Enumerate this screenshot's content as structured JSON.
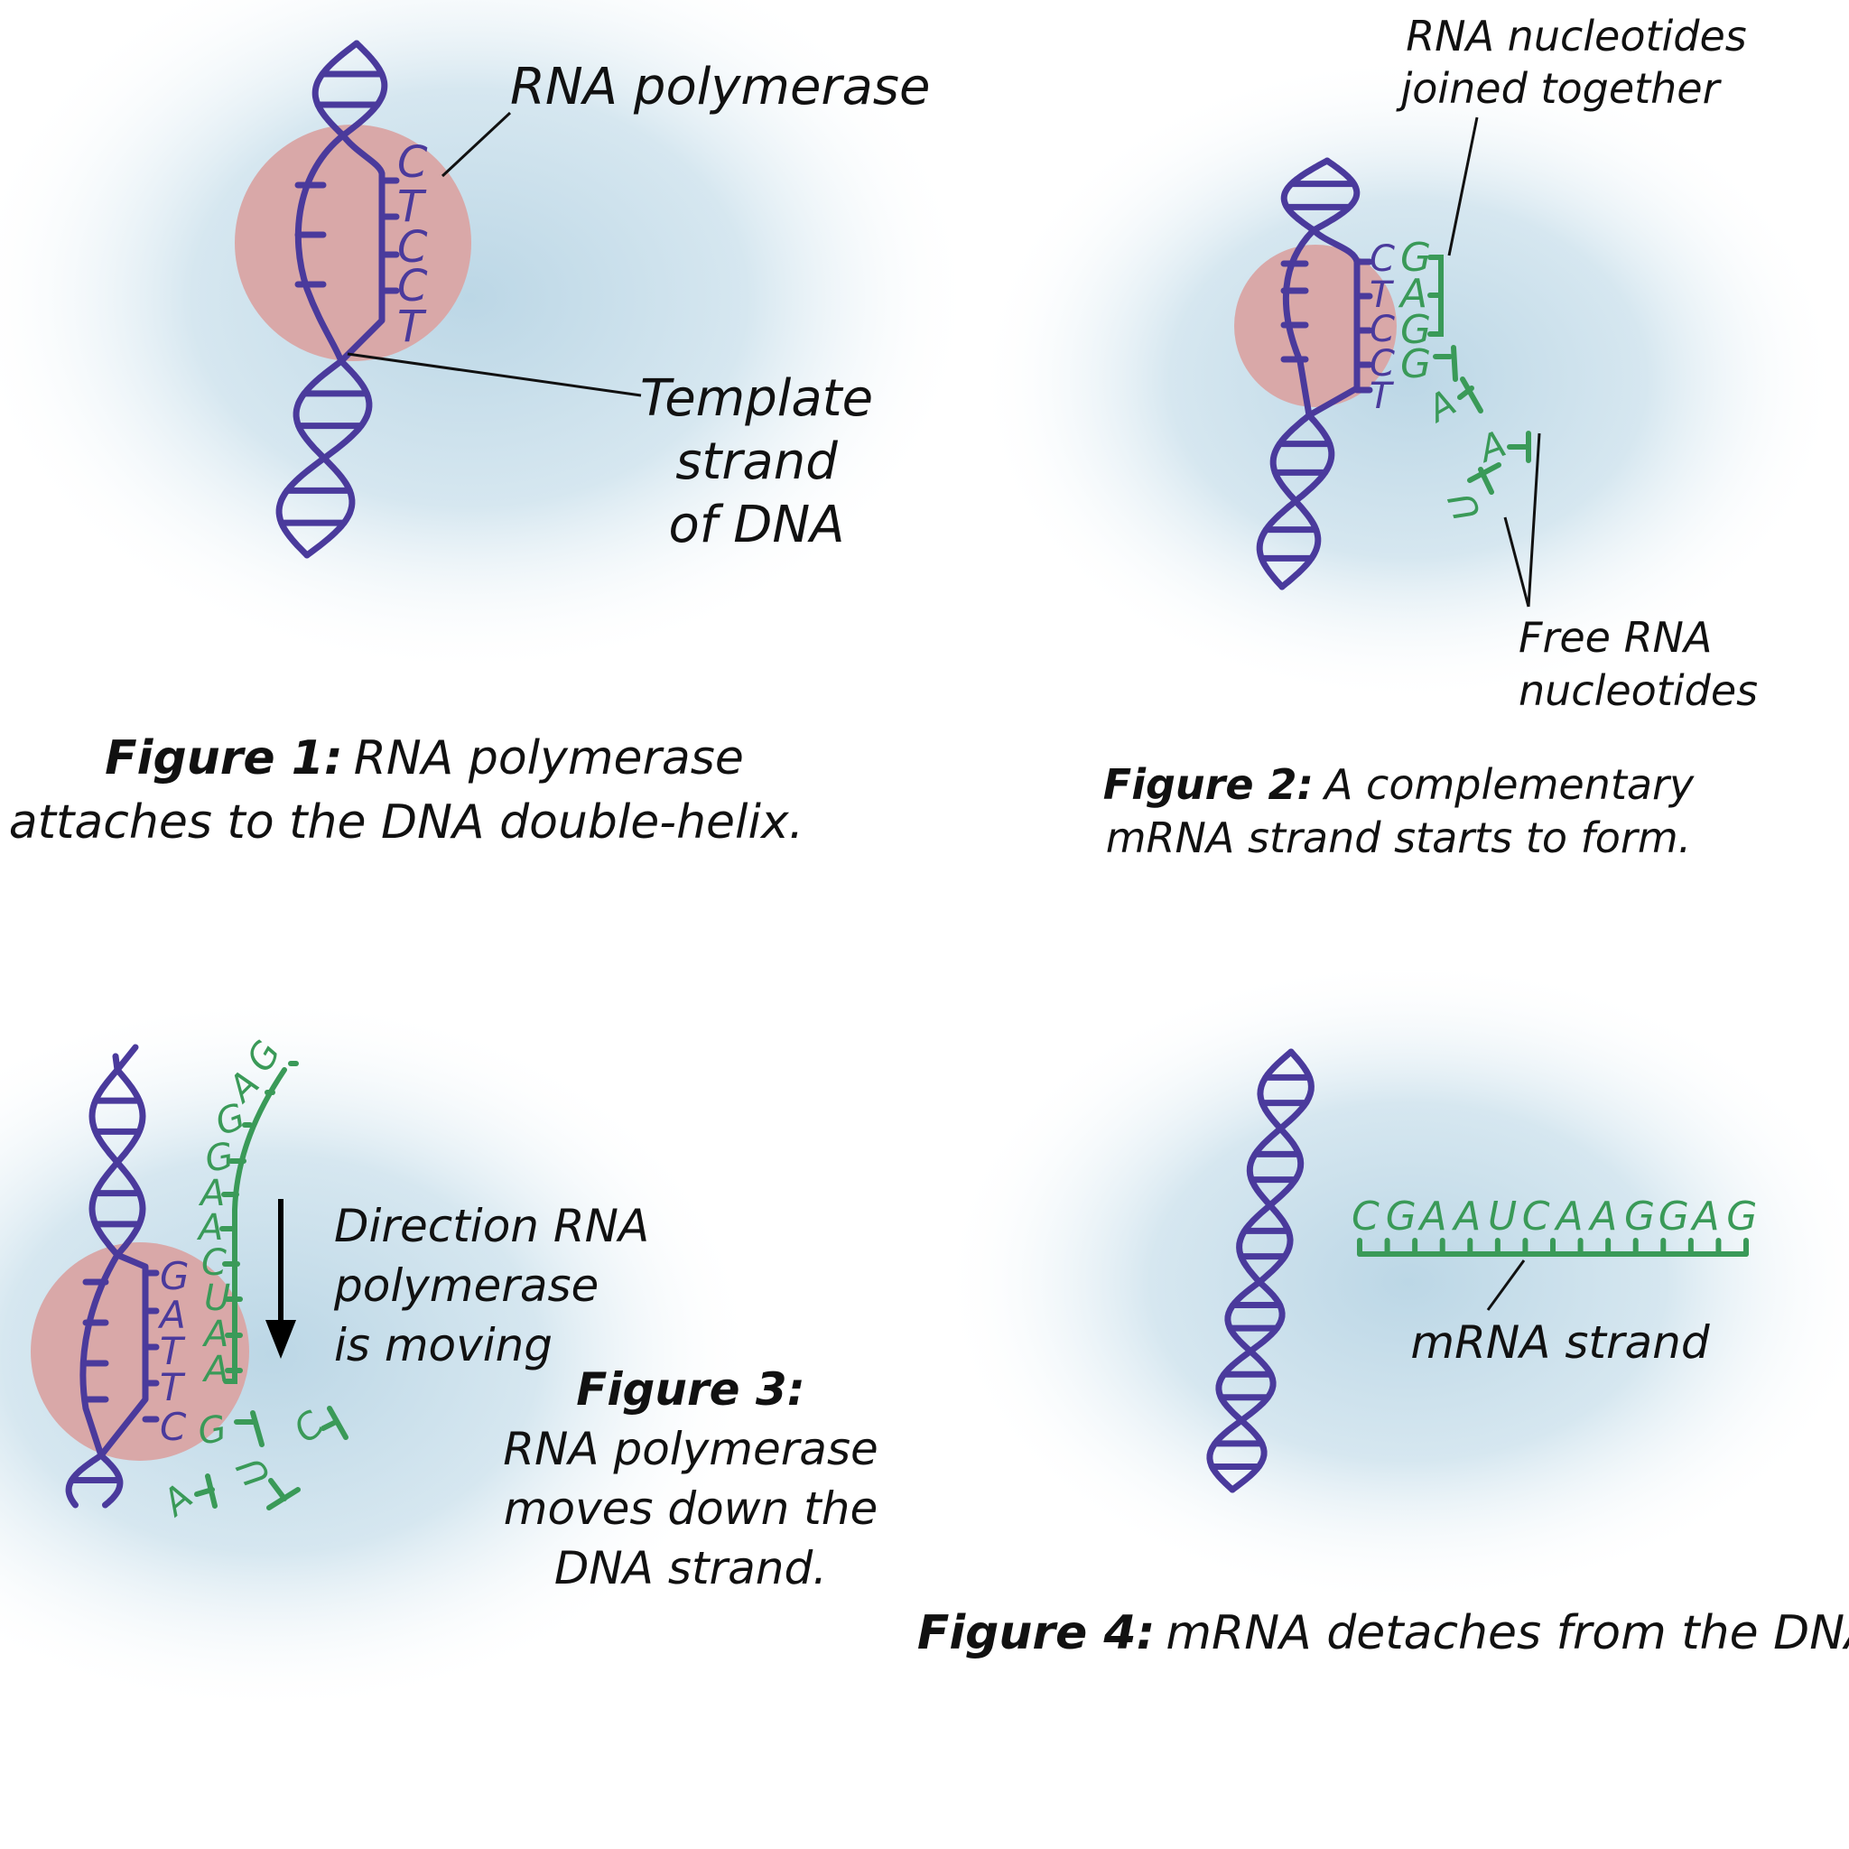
{
  "colors": {
    "dna": "#4a3a9c",
    "rna": "#3a9a58",
    "polymerase": "#d9a8a8",
    "background_glow": "#c3dbe8"
  },
  "figure1": {
    "label_polymerase": "RNA polymerase",
    "label_template": [
      "Template",
      "strand",
      "of DNA"
    ],
    "template_bases": [
      "C",
      "T",
      "C",
      "C",
      "T"
    ],
    "caption_bold": "Figure 1:",
    "caption_line1": "RNA polymerase",
    "caption_line2": "attaches to the DNA double-helix."
  },
  "figure2": {
    "label_joined": [
      "RNA nucleotides",
      "joined together"
    ],
    "label_free": [
      "Free RNA",
      "nucleotides"
    ],
    "template_bases": [
      "C",
      "T",
      "C",
      "C",
      "T"
    ],
    "joined_rna_bases": [
      "G",
      "A",
      "G",
      "G"
    ],
    "free_rna_bases": [
      "A",
      "A",
      "U"
    ],
    "caption_bold": "Figure 2:",
    "caption_line1": "A complementary",
    "caption_line2": "mRNA strand starts to form."
  },
  "figure3": {
    "label_direction": [
      "Direction RNA",
      "polymerase",
      "is moving"
    ],
    "template_bases": [
      "G",
      "A",
      "T",
      "T",
      "C"
    ],
    "rna_strand_bases": [
      "G",
      "A",
      "G",
      "G",
      "A",
      "A",
      "C",
      "U",
      "A",
      "A"
    ],
    "free_rna_bases": [
      "G",
      "A",
      "U",
      "C"
    ],
    "caption_bold": "Figure 3:",
    "caption_lines": [
      "RNA polymerase",
      "moves down the",
      "DNA strand."
    ]
  },
  "figure4": {
    "mrna_bases": [
      "C",
      "G",
      "A",
      "A",
      "U",
      "C",
      "A",
      "A",
      "G",
      "G",
      "A",
      "G"
    ],
    "label_mrna": "mRNA strand",
    "caption_bold": "Figure 4:",
    "caption_text": "mRNA detaches from the DNA."
  }
}
